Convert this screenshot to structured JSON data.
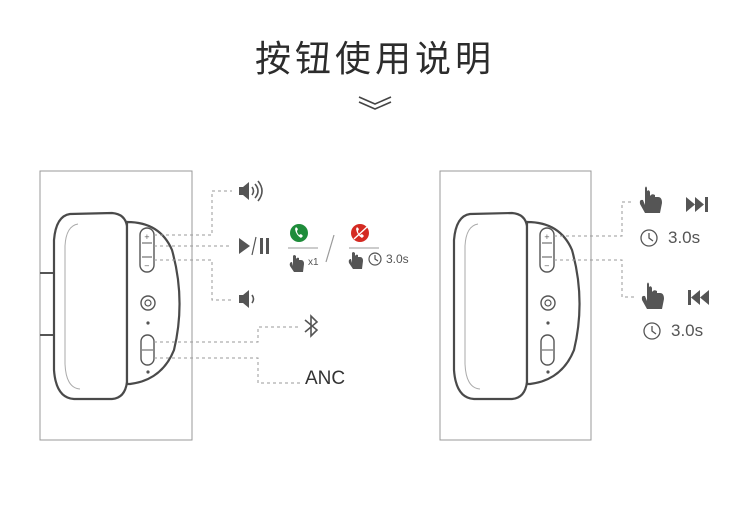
{
  "header": {
    "title": "按钮使用说明"
  },
  "left_panel": {
    "press_count": "x1",
    "hold_time": "3.0s",
    "separator": "/",
    "anc_label": "ANC"
  },
  "right_panel": {
    "next_hold_time": "3.0s",
    "prev_hold_time": "3.0s"
  },
  "colors": {
    "answer": "#1e8c3a",
    "hangup": "#d42a22",
    "line": "#9a9a9a",
    "icon": "#555555"
  }
}
